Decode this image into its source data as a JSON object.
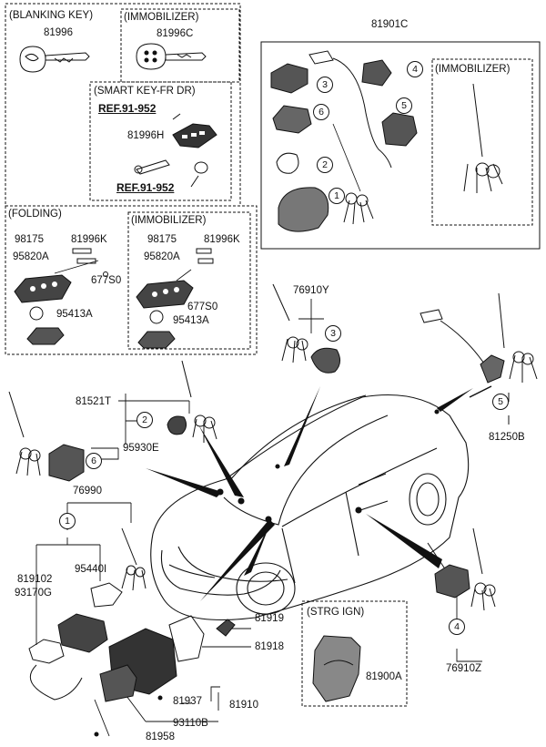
{
  "boxes": {
    "blanking_key": {
      "title": "(BLANKING KEY)",
      "part": "81996"
    },
    "immobilizer_key": {
      "title": "(IMMOBILIZER)",
      "part": "81996C"
    },
    "smart_key": {
      "title": "(SMART KEY-FR DR)",
      "ref_top": "REF.91-952",
      "part": "81996H",
      "ref_bottom": "REF.91-952"
    },
    "folding": {
      "title": "(FOLDING)",
      "p1": "98175",
      "p2": "81996K",
      "p3": "95820A",
      "p4": "677S0",
      "p5": "95413A"
    },
    "immobilizer_folding": {
      "title": "(IMMOBILIZER)",
      "p1": "98175",
      "p2": "81996K",
      "p3": "95820A",
      "p4": "677S0",
      "p5": "95413A"
    },
    "lockset": {
      "part": "81901C",
      "sub_title": "(IMMOBILIZER)"
    },
    "strg_ign": {
      "title": "(STRG  IGN)",
      "part": "81900A"
    }
  },
  "callouts": [
    "1",
    "2",
    "3",
    "4",
    "5",
    "6"
  ],
  "parts": {
    "p76910Y": "76910Y",
    "p81521T": "81521T",
    "p95930E": "95930E",
    "p81250B": "81250B",
    "p76990": "76990",
    "p819102": "819102",
    "p93170G": "93170G",
    "p95440I": "95440I",
    "p81919": "81919",
    "p81918": "81918",
    "p81937": "81937",
    "p81910": "81910",
    "p93110B": "93110B",
    "p81958": "81958",
    "p76910Z": "76910Z"
  },
  "icons": [
    "key-icon",
    "key-fob-icon",
    "lock-cylinder-icon",
    "car-icon",
    "ignition-switch-icon",
    "steering-column-cover-icon"
  ]
}
